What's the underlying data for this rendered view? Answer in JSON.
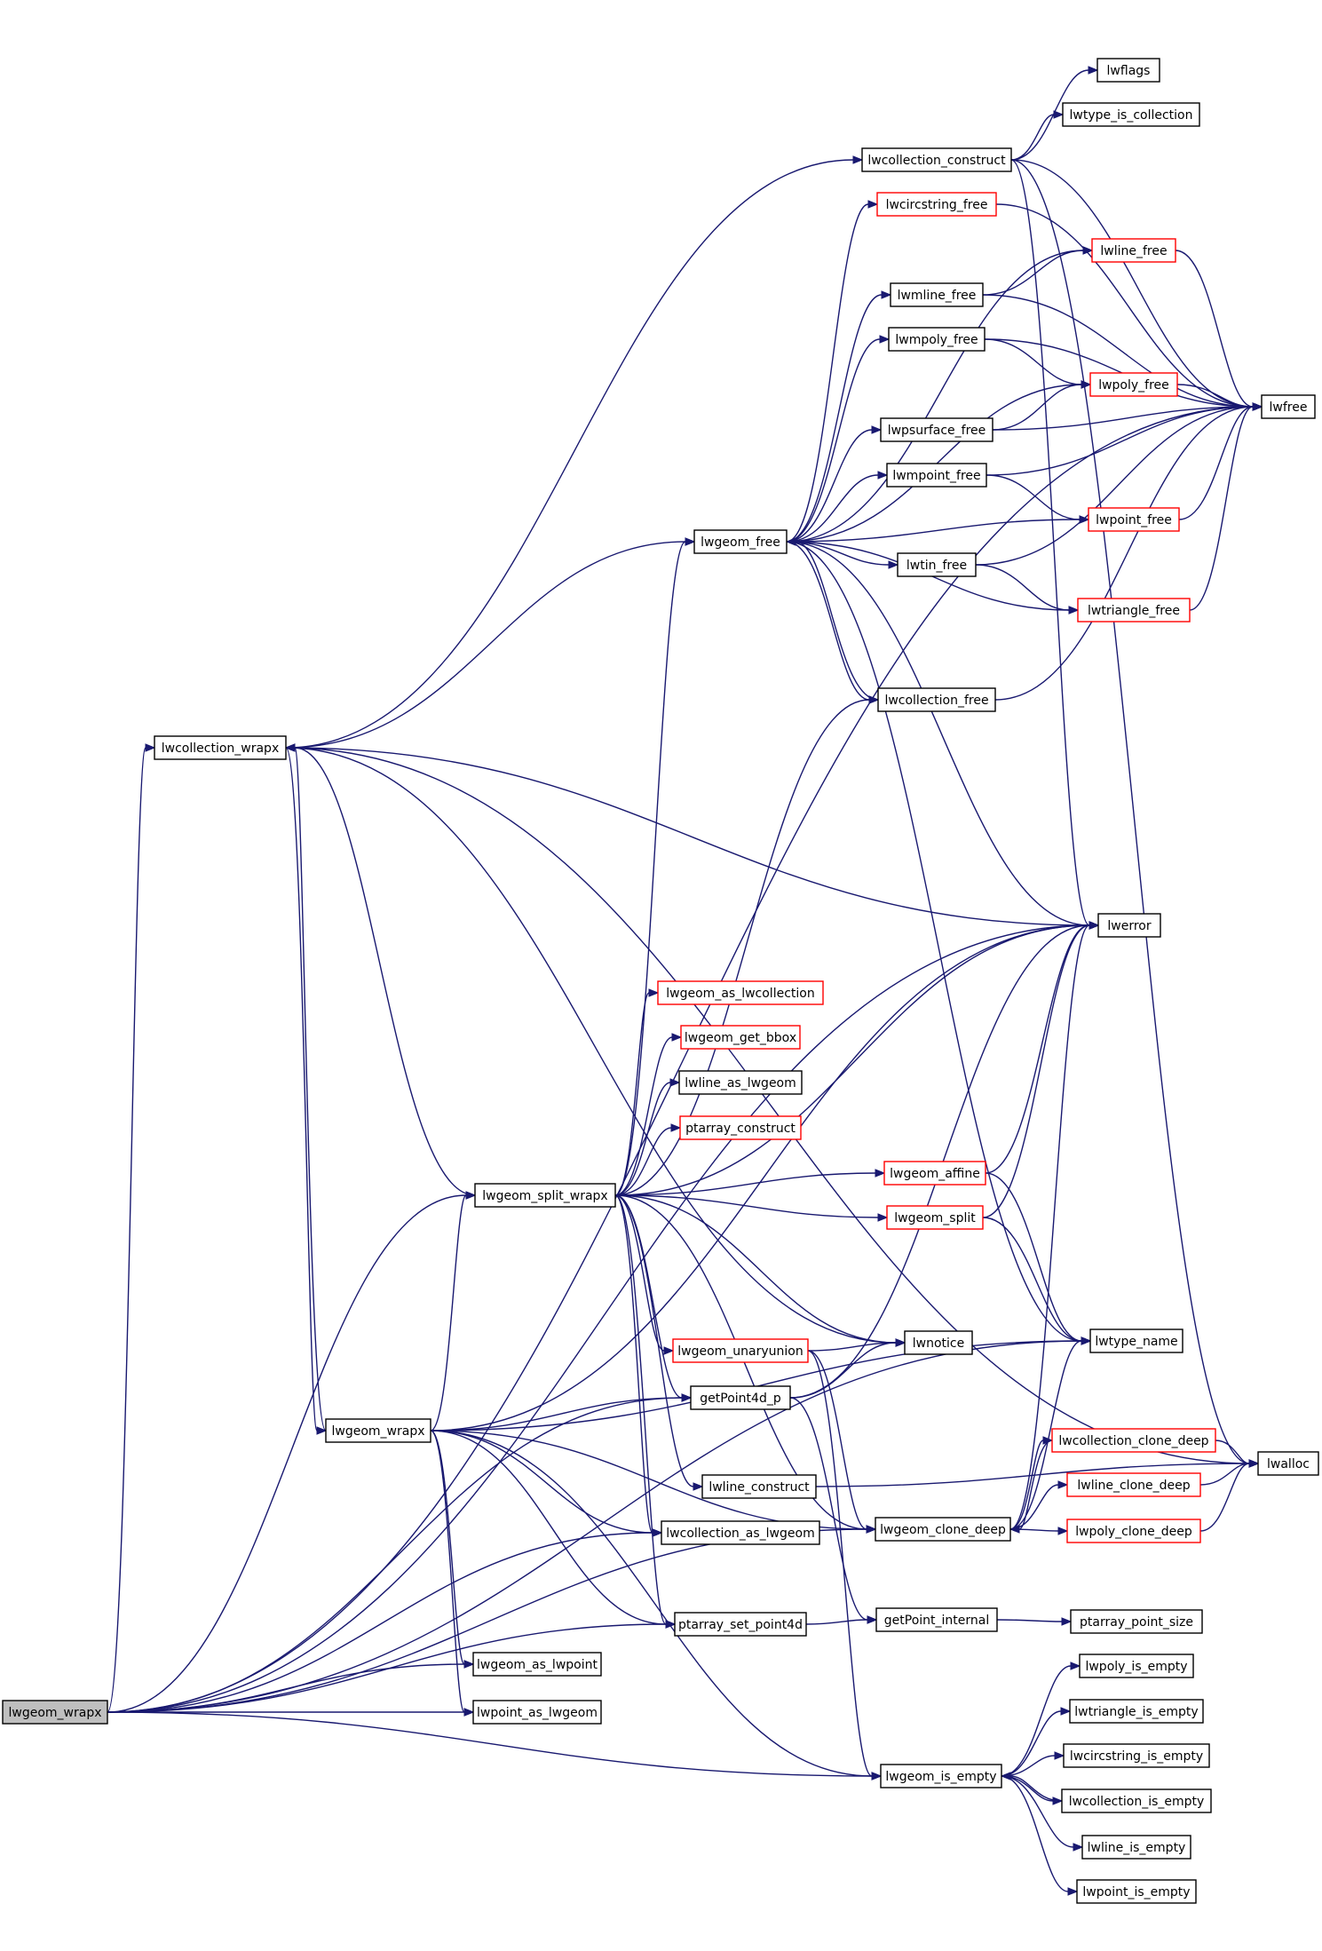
{
  "colors": {
    "edge": "#191970",
    "node_border": "#000000",
    "node_border_truncated": "#ff0000",
    "root_fill": "#bfbfbf",
    "node_fill": "#ffffff"
  },
  "nodes": [
    {
      "id": "lwgeom_wrapx",
      "label": "lwgeom_wrapx",
      "root": true
    },
    {
      "id": "lwcollection_wrapx",
      "label": "lwcollection_wrapx"
    },
    {
      "id": "lwgeom_wrapx_callee",
      "label": "lwgeom_wrapx"
    },
    {
      "id": "lwgeom_split_wrapx",
      "label": "lwgeom_split_wrapx"
    },
    {
      "id": "lwgeom_as_lwpoint",
      "label": "lwgeom_as_lwpoint"
    },
    {
      "id": "lwpoint_as_lwgeom",
      "label": "lwpoint_as_lwgeom"
    },
    {
      "id": "lwcollection_construct",
      "label": "lwcollection_construct"
    },
    {
      "id": "lwflags",
      "label": "lwflags"
    },
    {
      "id": "lwtype_is_collection",
      "label": "lwtype_is_collection"
    },
    {
      "id": "lwcircstring_free",
      "label": "lwcircstring_free",
      "truncated": true
    },
    {
      "id": "lwline_free",
      "label": "lwline_free",
      "truncated": true
    },
    {
      "id": "lwmline_free",
      "label": "lwmline_free"
    },
    {
      "id": "lwmpoly_free",
      "label": "lwmpoly_free"
    },
    {
      "id": "lwpoly_free",
      "label": "lwpoly_free",
      "truncated": true
    },
    {
      "id": "lwfree",
      "label": "lwfree"
    },
    {
      "id": "lwpsurface_free",
      "label": "lwpsurface_free"
    },
    {
      "id": "lwmpoint_free",
      "label": "lwmpoint_free"
    },
    {
      "id": "lwpoint_free",
      "label": "lwpoint_free",
      "truncated": true
    },
    {
      "id": "lwgeom_free",
      "label": "lwgeom_free"
    },
    {
      "id": "lwtin_free",
      "label": "lwtin_free"
    },
    {
      "id": "lwtriangle_free",
      "label": "lwtriangle_free",
      "truncated": true
    },
    {
      "id": "lwcollection_free",
      "label": "lwcollection_free"
    },
    {
      "id": "lwerror",
      "label": "lwerror"
    },
    {
      "id": "lwgeom_as_lwcollection",
      "label": "lwgeom_as_lwcollection",
      "truncated": true
    },
    {
      "id": "lwgeom_get_bbox",
      "label": "lwgeom_get_bbox",
      "truncated": true
    },
    {
      "id": "lwline_as_lwgeom",
      "label": "lwline_as_lwgeom"
    },
    {
      "id": "ptarray_construct",
      "label": "ptarray_construct",
      "truncated": true
    },
    {
      "id": "lwgeom_affine",
      "label": "lwgeom_affine",
      "truncated": true
    },
    {
      "id": "lwgeom_split",
      "label": "lwgeom_split",
      "truncated": true
    },
    {
      "id": "lwgeom_unaryunion",
      "label": "lwgeom_unaryunion",
      "truncated": true
    },
    {
      "id": "lwnotice",
      "label": "lwnotice"
    },
    {
      "id": "lwtype_name",
      "label": "lwtype_name"
    },
    {
      "id": "getPoint4d_p",
      "label": "getPoint4d_p"
    },
    {
      "id": "lwcollection_clone_deep",
      "label": "lwcollection_clone_deep",
      "truncated": true
    },
    {
      "id": "lwalloc",
      "label": "lwalloc"
    },
    {
      "id": "lwline_clone_deep",
      "label": "lwline_clone_deep",
      "truncated": true
    },
    {
      "id": "lwline_construct",
      "label": "lwline_construct"
    },
    {
      "id": "lwcollection_as_lwgeom",
      "label": "lwcollection_as_lwgeom"
    },
    {
      "id": "lwgeom_clone_deep",
      "label": "lwgeom_clone_deep"
    },
    {
      "id": "lwpoly_clone_deep",
      "label": "lwpoly_clone_deep",
      "truncated": true
    },
    {
      "id": "ptarray_set_point4d",
      "label": "ptarray_set_point4d"
    },
    {
      "id": "getPoint_internal",
      "label": "getPoint_internal"
    },
    {
      "id": "ptarray_point_size",
      "label": "ptarray_point_size"
    },
    {
      "id": "lwpoly_is_empty",
      "label": "lwpoly_is_empty"
    },
    {
      "id": "lwtriangle_is_empty",
      "label": "lwtriangle_is_empty"
    },
    {
      "id": "lwcircstring_is_empty",
      "label": "lwcircstring_is_empty"
    },
    {
      "id": "lwgeom_is_empty",
      "label": "lwgeom_is_empty"
    },
    {
      "id": "lwcollection_is_empty",
      "label": "lwcollection_is_empty"
    },
    {
      "id": "lwline_is_empty",
      "label": "lwline_is_empty"
    },
    {
      "id": "lwpoint_is_empty",
      "label": "lwpoint_is_empty"
    }
  ],
  "edges": [
    [
      "lwgeom_wrapx",
      "lwcollection_wrapx"
    ],
    [
      "lwgeom_wrapx",
      "lwgeom_split_wrapx"
    ],
    [
      "lwgeom_wrapx",
      "getPoint4d_p"
    ],
    [
      "lwgeom_wrapx",
      "lwgeom_as_lwpoint"
    ],
    [
      "lwgeom_wrapx",
      "lwpoint_as_lwgeom"
    ],
    [
      "lwgeom_wrapx",
      "lwcollection_as_lwgeom"
    ],
    [
      "lwgeom_wrapx",
      "ptarray_set_point4d"
    ],
    [
      "lwgeom_wrapx",
      "lwgeom_clone_deep"
    ],
    [
      "lwgeom_wrapx",
      "lwgeom_is_empty"
    ],
    [
      "lwgeom_wrapx",
      "lwtype_name"
    ],
    [
      "lwgeom_wrapx",
      "lwfree"
    ],
    [
      "lwgeom_wrapx",
      "lwerror"
    ],
    [
      "lwcollection_wrapx",
      "lwgeom_wrapx_callee"
    ],
    [
      "lwcollection_wrapx",
      "lwcollection_construct"
    ],
    [
      "lwcollection_wrapx",
      "lwgeom_free"
    ],
    [
      "lwcollection_wrapx",
      "lwalloc"
    ],
    [
      "lwcollection_wrapx",
      "lwerror"
    ],
    [
      "lwcollection_wrapx",
      "lwnotice"
    ],
    [
      "lwgeom_wrapx_callee",
      "lwcollection_wrapx"
    ],
    [
      "lwgeom_wrapx_callee",
      "lwgeom_split_wrapx"
    ],
    [
      "lwgeom_wrapx_callee",
      "getPoint4d_p"
    ],
    [
      "lwgeom_wrapx_callee",
      "lwgeom_as_lwpoint"
    ],
    [
      "lwgeom_wrapx_callee",
      "lwpoint_as_lwgeom"
    ],
    [
      "lwgeom_wrapx_callee",
      "lwcollection_as_lwgeom"
    ],
    [
      "lwgeom_wrapx_callee",
      "ptarray_set_point4d"
    ],
    [
      "lwgeom_wrapx_callee",
      "lwgeom_clone_deep"
    ],
    [
      "lwgeom_wrapx_callee",
      "lwgeom_is_empty"
    ],
    [
      "lwgeom_wrapx_callee",
      "lwtype_name"
    ],
    [
      "lwgeom_wrapx_callee",
      "lwerror"
    ],
    [
      "lwgeom_split_wrapx",
      "lwcollection_wrapx"
    ],
    [
      "lwgeom_split_wrapx",
      "lwgeom_free"
    ],
    [
      "lwgeom_split_wrapx",
      "lwcollection_free"
    ],
    [
      "lwgeom_split_wrapx",
      "lwerror"
    ],
    [
      "lwgeom_split_wrapx",
      "lwgeom_as_lwcollection"
    ],
    [
      "lwgeom_split_wrapx",
      "lwgeom_get_bbox"
    ],
    [
      "lwgeom_split_wrapx",
      "lwline_as_lwgeom"
    ],
    [
      "lwgeom_split_wrapx",
      "ptarray_construct"
    ],
    [
      "lwgeom_split_wrapx",
      "lwgeom_affine"
    ],
    [
      "lwgeom_split_wrapx",
      "lwgeom_split"
    ],
    [
      "lwgeom_split_wrapx",
      "lwnotice"
    ],
    [
      "lwgeom_split_wrapx",
      "lwgeom_unaryunion"
    ],
    [
      "lwgeom_split_wrapx",
      "getPoint4d_p"
    ],
    [
      "lwgeom_split_wrapx",
      "lwline_construct"
    ],
    [
      "lwgeom_split_wrapx",
      "lwcollection_as_lwgeom"
    ],
    [
      "lwgeom_split_wrapx",
      "lwgeom_clone_deep"
    ],
    [
      "lwgeom_split_wrapx",
      "ptarray_set_point4d"
    ],
    [
      "lwcollection_construct",
      "lwflags"
    ],
    [
      "lwcollection_construct",
      "lwtype_is_collection"
    ],
    [
      "lwcollection_construct",
      "lwfree"
    ],
    [
      "lwcollection_construct",
      "lwerror"
    ],
    [
      "lwcollection_construct",
      "lwalloc"
    ],
    [
      "lwcircstring_free",
      "lwfree"
    ],
    [
      "lwline_free",
      "lwfree"
    ],
    [
      "lwmline_free",
      "lwline_free"
    ],
    [
      "lwmline_free",
      "lwfree"
    ],
    [
      "lwmpoly_free",
      "lwpoly_free"
    ],
    [
      "lwmpoly_free",
      "lwfree"
    ],
    [
      "lwpoly_free",
      "lwfree"
    ],
    [
      "lwpsurface_free",
      "lwpoly_free"
    ],
    [
      "lwpsurface_free",
      "lwfree"
    ],
    [
      "lwmpoint_free",
      "lwpoint_free"
    ],
    [
      "lwmpoint_free",
      "lwfree"
    ],
    [
      "lwpoint_free",
      "lwfree"
    ],
    [
      "lwgeom_free",
      "lwcircstring_free"
    ],
    [
      "lwgeom_free",
      "lwline_free"
    ],
    [
      "lwgeom_free",
      "lwmline_free"
    ],
    [
      "lwgeom_free",
      "lwmpoly_free"
    ],
    [
      "lwgeom_free",
      "lwpoly_free"
    ],
    [
      "lwgeom_free",
      "lwpsurface_free"
    ],
    [
      "lwgeom_free",
      "lwmpoint_free"
    ],
    [
      "lwgeom_free",
      "lwpoint_free"
    ],
    [
      "lwgeom_free",
      "lwtin_free"
    ],
    [
      "lwgeom_free",
      "lwtriangle_free"
    ],
    [
      "lwgeom_free",
      "lwcollection_free"
    ],
    [
      "lwgeom_free",
      "lwerror"
    ],
    [
      "lwgeom_free",
      "lwtype_name"
    ],
    [
      "lwtin_free",
      "lwtriangle_free"
    ],
    [
      "lwtin_free",
      "lwfree"
    ],
    [
      "lwtriangle_free",
      "lwfree"
    ],
    [
      "lwcollection_free",
      "lwgeom_free"
    ],
    [
      "lwcollection_free",
      "lwfree"
    ],
    [
      "lwgeom_affine",
      "lwerror"
    ],
    [
      "lwgeom_affine",
      "lwtype_name"
    ],
    [
      "lwgeom_split",
      "lwerror"
    ],
    [
      "lwgeom_split",
      "lwtype_name"
    ],
    [
      "lwgeom_unaryunion",
      "lwnotice"
    ],
    [
      "lwgeom_unaryunion",
      "lwgeom_clone_deep"
    ],
    [
      "lwgeom_unaryunion",
      "lwgeom_is_empty"
    ],
    [
      "getPoint4d_p",
      "lwnotice"
    ],
    [
      "getPoint4d_p",
      "lwerror"
    ],
    [
      "getPoint4d_p",
      "getPoint_internal"
    ],
    [
      "lwcollection_clone_deep",
      "lwalloc"
    ],
    [
      "lwcollection_clone_deep",
      "lwgeom_clone_deep"
    ],
    [
      "lwline_clone_deep",
      "lwalloc"
    ],
    [
      "lwline_construct",
      "lwalloc"
    ],
    [
      "lwgeom_clone_deep",
      "lwcollection_clone_deep"
    ],
    [
      "lwgeom_clone_deep",
      "lwline_clone_deep"
    ],
    [
      "lwgeom_clone_deep",
      "lwpoly_clone_deep"
    ],
    [
      "lwgeom_clone_deep",
      "lwerror"
    ],
    [
      "lwgeom_clone_deep",
      "lwtype_name"
    ],
    [
      "lwpoly_clone_deep",
      "lwalloc"
    ],
    [
      "ptarray_set_point4d",
      "getPoint_internal"
    ],
    [
      "getPoint_internal",
      "ptarray_point_size"
    ],
    [
      "lwgeom_is_empty",
      "lwpoly_is_empty"
    ],
    [
      "lwgeom_is_empty",
      "lwtriangle_is_empty"
    ],
    [
      "lwgeom_is_empty",
      "lwcircstring_is_empty"
    ],
    [
      "lwgeom_is_empty",
      "lwcollection_is_empty"
    ],
    [
      "lwgeom_is_empty",
      "lwline_is_empty"
    ],
    [
      "lwgeom_is_empty",
      "lwpoint_is_empty"
    ],
    [
      "lwcollection_is_empty",
      "lwgeom_is_empty"
    ]
  ]
}
